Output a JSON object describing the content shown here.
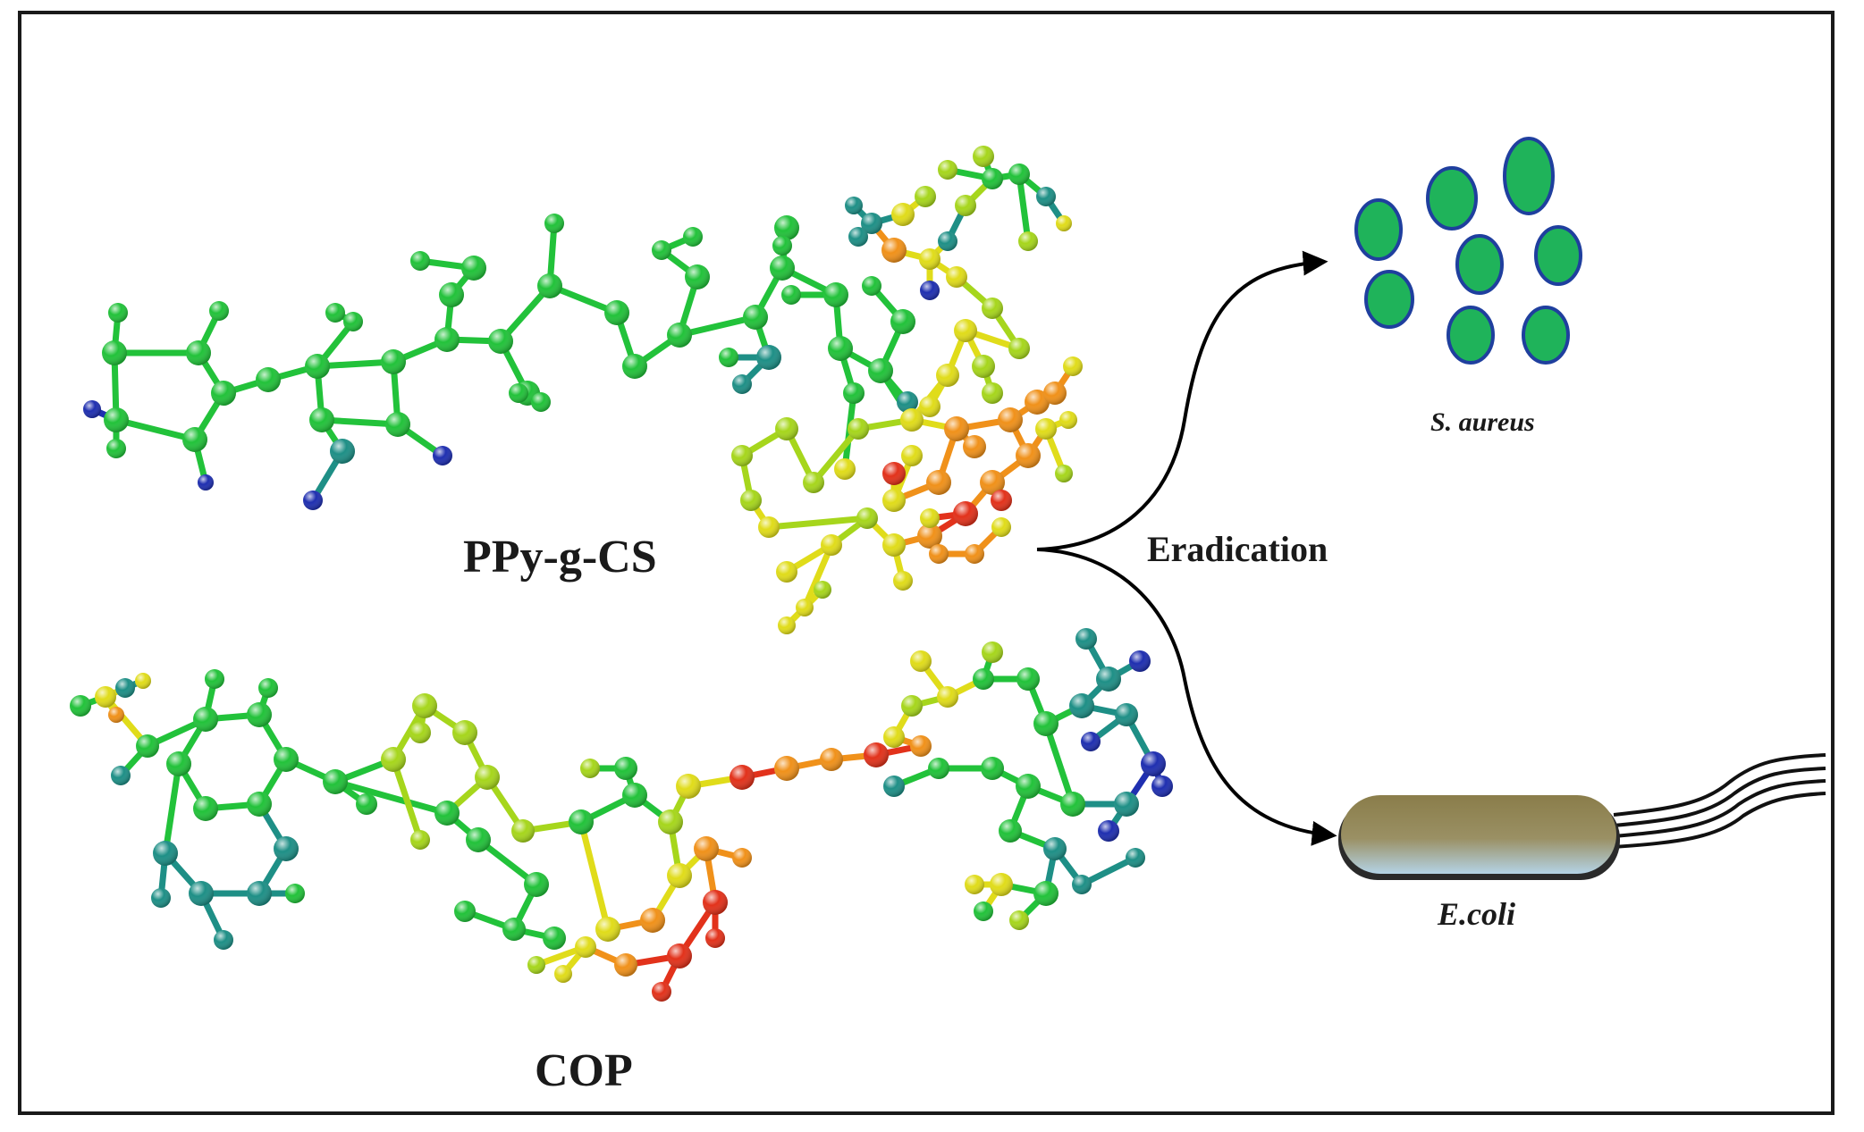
{
  "labels": {
    "polymer_top": "PPy-g-CS",
    "polymer_bottom": "COP",
    "process": "Eradication",
    "bacteria_top": "S. aureus",
    "bacteria_bottom": "E.coli"
  },
  "colors": {
    "frame": "#1a1a1a",
    "arrow": "#000000",
    "cocci_fill": "#1fb35a",
    "cocci_stroke": "#1f3f9e",
    "rod_top": "#8a7d4a",
    "rod_bottom": "#a9c8dc",
    "atom_blue": "#1f2fb0",
    "atom_teal": "#1e8f86",
    "atom_green": "#22c23a",
    "atom_lime": "#a6d61c",
    "atom_yellow": "#e0dc1a",
    "atom_orange": "#f0911a",
    "atom_red": "#e2321b"
  }
}
